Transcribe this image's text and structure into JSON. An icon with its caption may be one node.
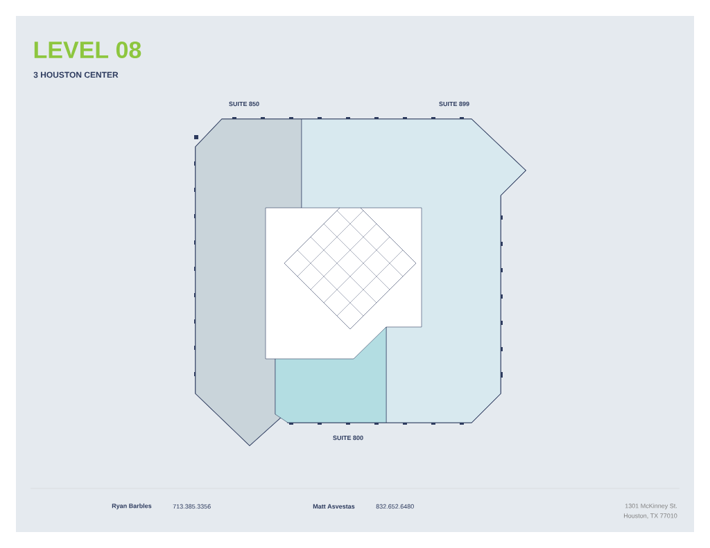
{
  "diagram": {
    "title": "LEVEL 08",
    "nodes": [
      {
        "text": [
          "SUITE 850"
        ]
      },
      {
        "text": [
          "SUITE 899"
        ]
      },
      {
        "text": [
          "SUITE 800"
        ]
      }
    ],
    "labels": [
      "3 HOUSTON CENTER",
      "Ryan Barbles",
      "713.385.3356",
      "Matt Asvestas",
      "832.652.6480",
      "1301 McKinney St.",
      "Houston, TX 77010"
    ]
  }
}
